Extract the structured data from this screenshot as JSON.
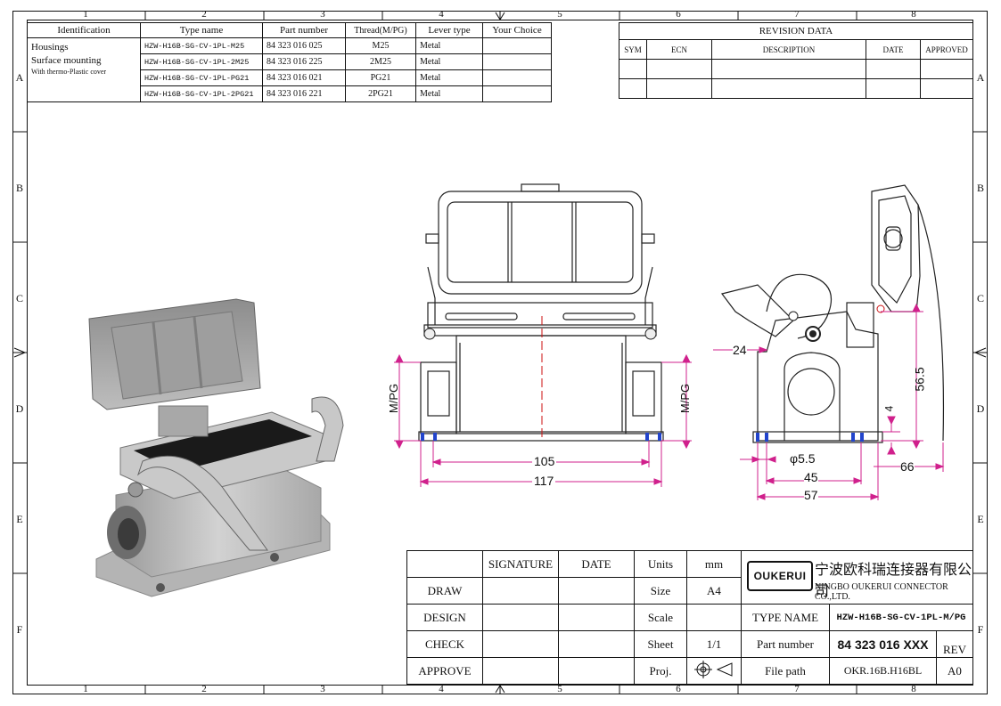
{
  "grid": {
    "columns": [
      "1",
      "2",
      "3",
      "4",
      "5",
      "6",
      "7",
      "8"
    ],
    "rows": [
      "A",
      "B",
      "C",
      "D",
      "E",
      "F"
    ]
  },
  "identification_table": {
    "headers": [
      "Identification",
      "Type name",
      "Part number",
      "Thread(M/PG)",
      "Lever type",
      "Your Choice"
    ],
    "description": [
      "Housings",
      "Surface mounting",
      "With thermo-Plastic cover"
    ],
    "rows": [
      {
        "type": "HZW-H16B-SG-CV-1PL-M25",
        "part": "84 323 016 025",
        "thread": "M25",
        "lever": "Metal"
      },
      {
        "type": "HZW-H16B-SG-CV-1PL-2M25",
        "part": "84 323 016 225",
        "thread": "2M25",
        "lever": "Metal"
      },
      {
        "type": "HZW-H16B-SG-CV-1PL-PG21",
        "part": "84 323 016 021",
        "thread": "PG21",
        "lever": "Metal"
      },
      {
        "type": "HZW-H16B-SG-CV-1PL-2PG21",
        "part": "84 323 016 221",
        "thread": "2PG21",
        "lever": "Metal"
      }
    ]
  },
  "revision_table": {
    "title": "REVISION  DATA",
    "headers": [
      "SYM",
      "ECN",
      "DESCRIPTION",
      "DATE",
      "APPROVED"
    ]
  },
  "dimensions": {
    "front_width_inner": "105",
    "front_width_outer": "117",
    "thread_left": "M/PG",
    "thread_right": "M/PG",
    "side_24": "24",
    "side_height": "56.5",
    "side_4": "4",
    "hole_dia": "φ5.5",
    "side_45": "45",
    "side_57": "57",
    "side_66": "66"
  },
  "title_block": {
    "signature_label": "SIGNATURE",
    "date_label": "DATE",
    "draw": "DRAW",
    "design": "DESIGN",
    "check": "CHECK",
    "approve": "APPROVE",
    "units_label": "Units",
    "units_value": "mm",
    "size_label": "Size",
    "size_value": "A4",
    "scale_label": "Scale",
    "sheet_label": "Sheet",
    "sheet_value": "1/1",
    "proj_label": "Proj.",
    "logo_text": "OUKERUI",
    "company_cn": "宁波欧科瑞连接器有限公司",
    "company_en": "NINGBO OUKERUI CONNECTOR CO.,LTD.",
    "type_name_label": "TYPE NAME",
    "type_name_value": "HZW-H16B-SG-CV-1PL-M/PG",
    "part_number_label": "Part number",
    "part_number_value": "84 323 016 XXX",
    "rev_label": "REV",
    "file_path_label": "File path",
    "file_path_value": "OKR.16B.H16BL",
    "rev_value": "A0"
  },
  "colors": {
    "dimension": "#d0208c",
    "center": "#cc1111",
    "blue": "#2244cc"
  }
}
